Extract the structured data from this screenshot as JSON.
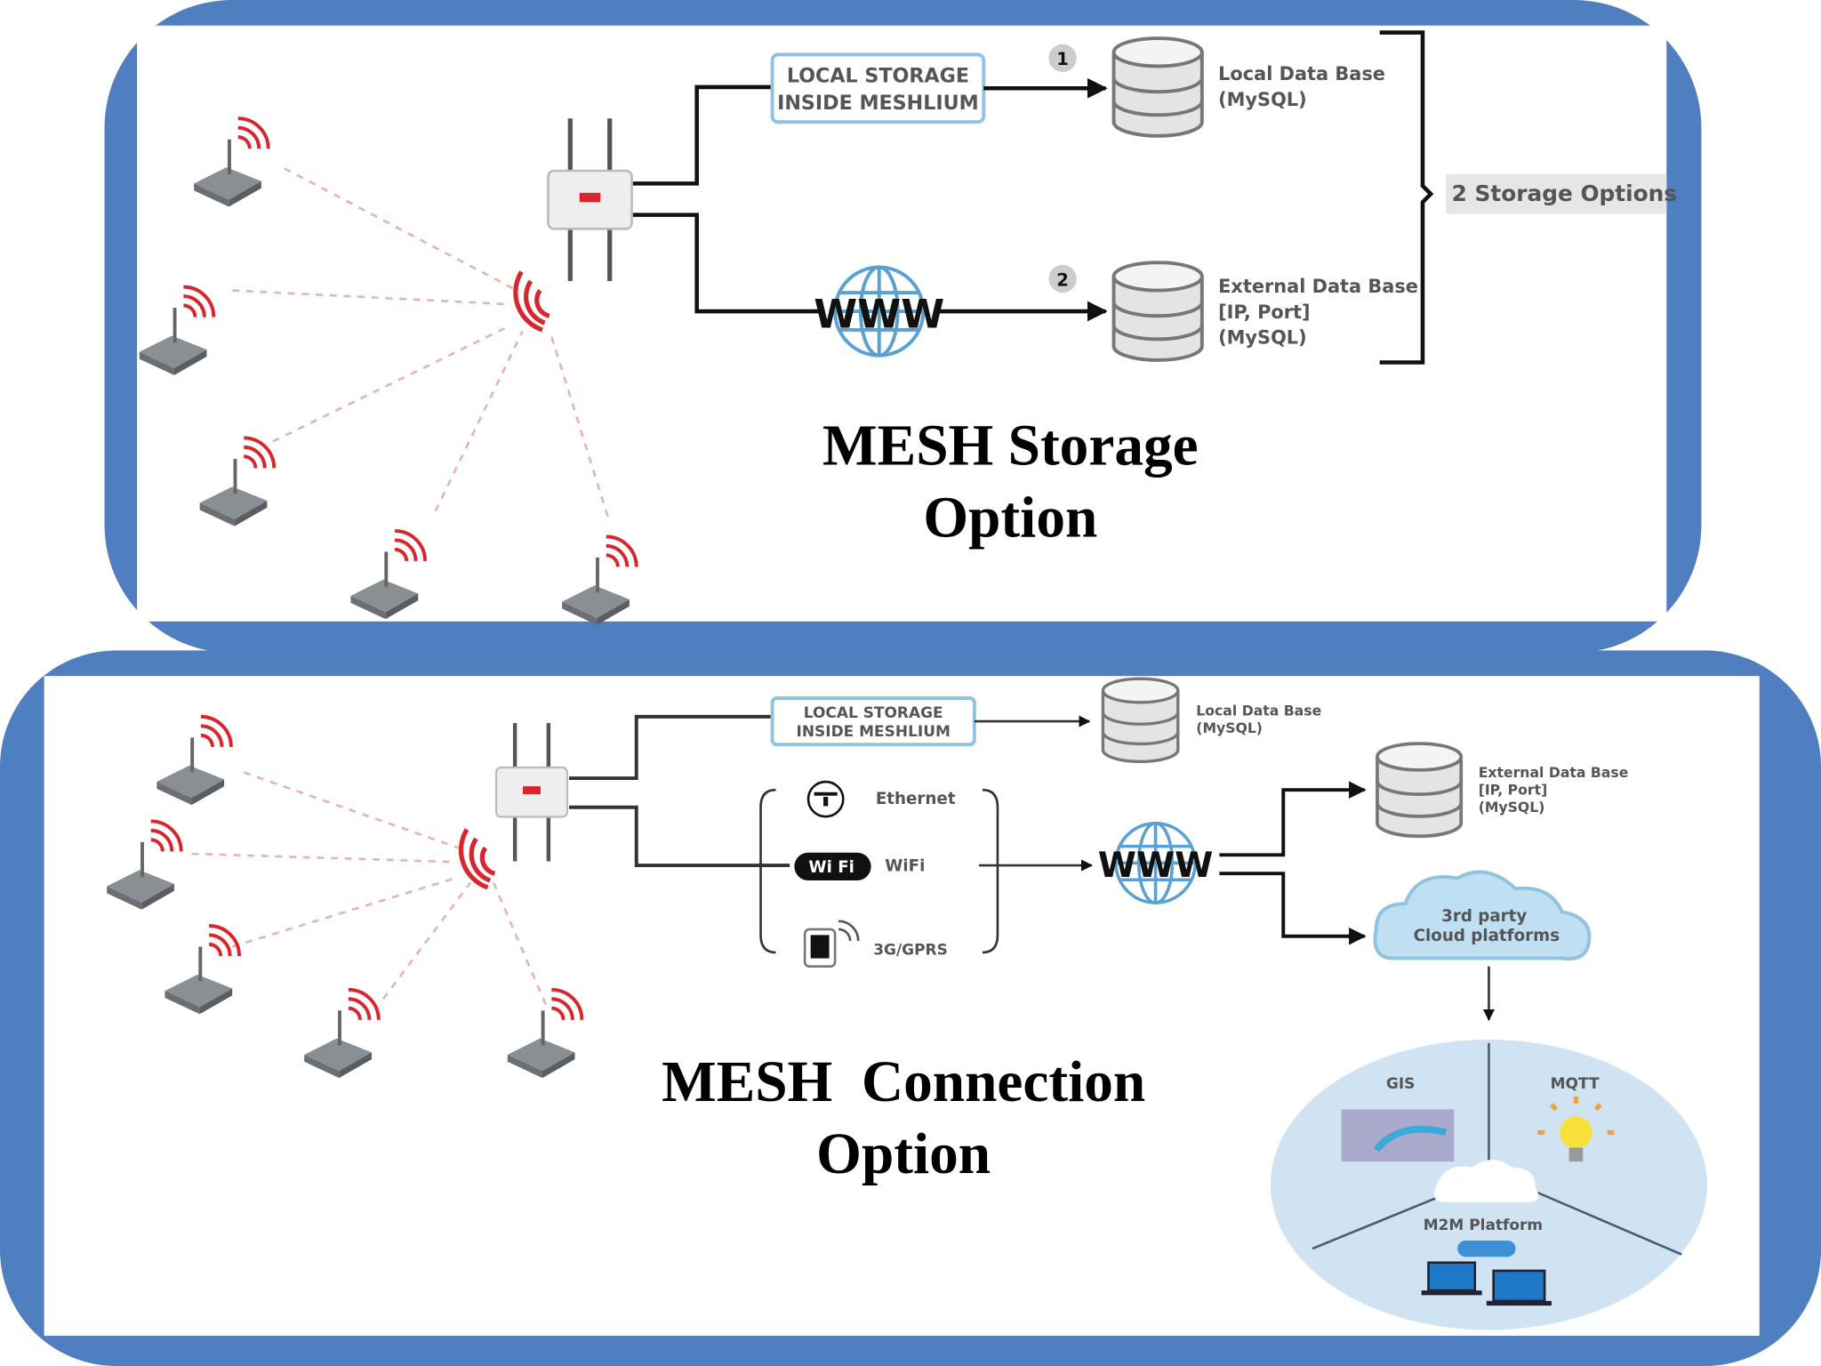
{
  "colors": {
    "frame": "#4F7EC1",
    "box_border": "#8fc3e0",
    "cloud": "#bfe0f3",
    "circle": "#cfe3f2",
    "signal": "#d8262e"
  },
  "top_panel": {
    "title_line1": "MESH Storage",
    "title_line2": "Option",
    "local_box": [
      "LOCAL STORAGE",
      "INSIDE MESHLIUM"
    ],
    "badge1": "1",
    "badge2": "2",
    "local_db": [
      "Local Data Base",
      "(MySQL)"
    ],
    "external_db": [
      "External Data Base",
      "[IP, Port]",
      "(MySQL)"
    ],
    "www": "WWW",
    "storage_options": "2 Storage Options"
  },
  "bottom_panel": {
    "title_line1": "MESH  Connection",
    "title_line2": "Option",
    "local_box": [
      "LOCAL STORAGE",
      "INSIDE MESHLIUM"
    ],
    "local_db": [
      "Local Data Base",
      "(MySQL)"
    ],
    "external_db": [
      "External Data Base",
      "[IP, Port]",
      "(MySQL)"
    ],
    "connections": [
      "Ethernet",
      "WiFi",
      "3G/GPRS"
    ],
    "wifi_logo": "Wi Fi",
    "www": "WWW",
    "cloud": [
      "3rd party",
      "Cloud platforms"
    ],
    "platforms": {
      "gis": "GIS",
      "mqtt": "MQTT",
      "m2m": "M2M Platform"
    }
  }
}
